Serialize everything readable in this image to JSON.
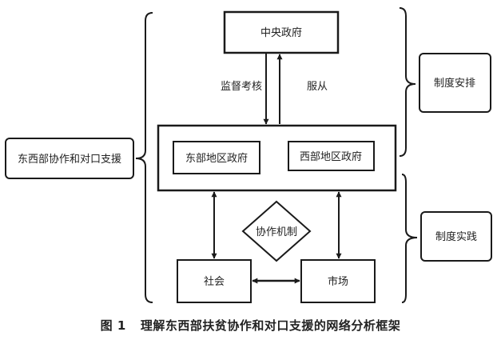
{
  "diagram": {
    "nodes": {
      "central_gov": "中央政府",
      "east_gov": "东部地区政府",
      "west_gov": "西部地区政府",
      "mechanism": "协作机制",
      "society": "社会",
      "market": "市场",
      "left_root": "东西部协作和对口支援",
      "institutional_arrangement": "制度安排",
      "institutional_practice": "制度实践"
    },
    "edge_labels": {
      "supervise": "监督考核",
      "obey": "服从"
    },
    "edges": [
      {
        "from": "central_gov",
        "to": "regional_govs",
        "label": "监督考核",
        "direction": "down"
      },
      {
        "from": "regional_govs",
        "to": "central_gov",
        "label": "服从",
        "direction": "up"
      },
      {
        "from": "regional_govs",
        "to": "society",
        "direction": "both"
      },
      {
        "from": "regional_govs",
        "to": "market",
        "direction": "both"
      },
      {
        "from": "society",
        "to": "market",
        "direction": "both"
      }
    ]
  },
  "caption": {
    "number": "图 1",
    "text": "理解东西部扶贫协作和对口支援的网络分析框架"
  }
}
